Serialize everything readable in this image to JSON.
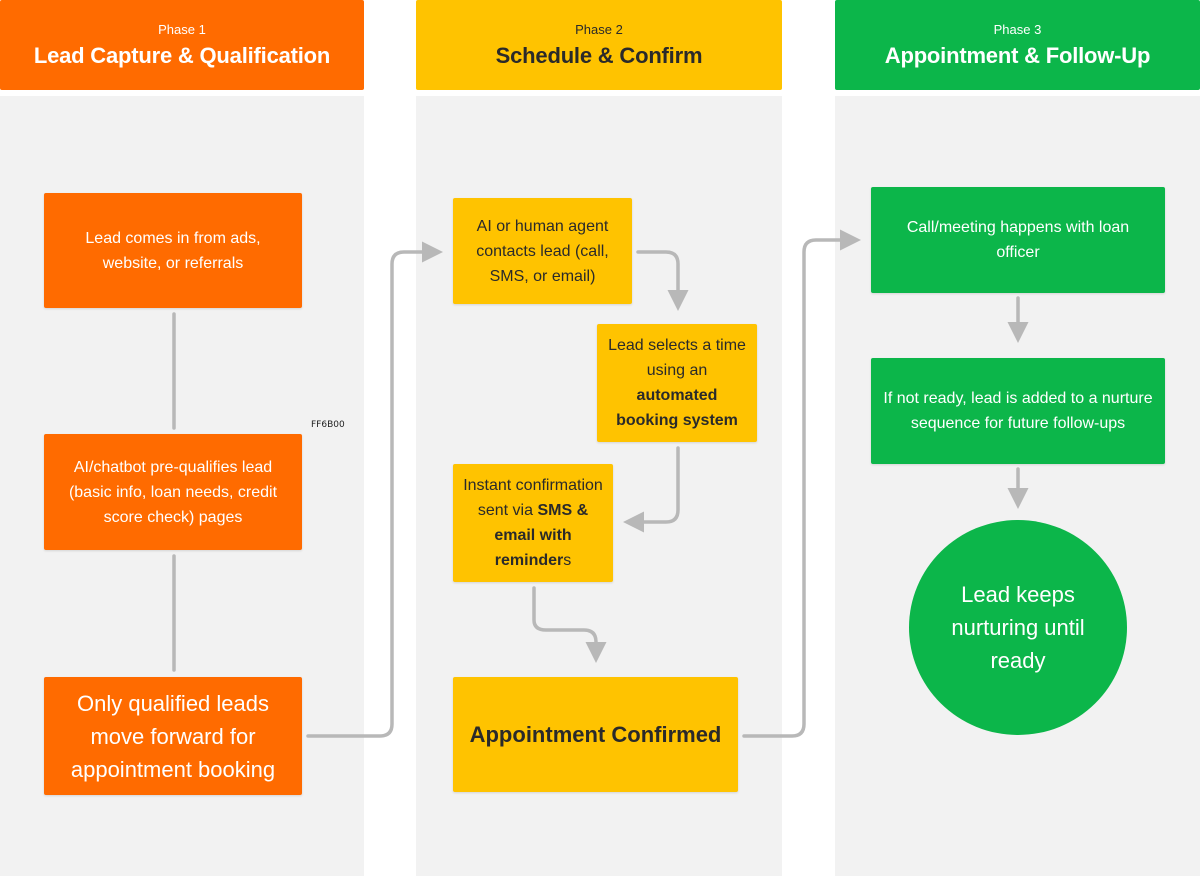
{
  "colors": {
    "orange": "#ff6b00",
    "yellow": "#ffc300",
    "green": "#0cb64a",
    "lane_bg": "#f2f2f2",
    "connector": "#b8b8b8"
  },
  "note_label": "FF6B00",
  "phases": [
    {
      "tag": "Phase 1",
      "title": "Lead Capture & Qualification",
      "nodes": [
        "Lead comes in from ads, website, or referrals",
        "AI/chatbot pre-qualifies lead (basic info, loan needs, credit score check) pages",
        "Only qualified leads move forward for appointment booking"
      ]
    },
    {
      "tag": "Phase 2",
      "title": "Schedule & Confirm",
      "nodes": [
        "AI or human agent contacts lead (call, SMS, or email)",
        {
          "pre": "Lead selects a time using an ",
          "bold": "automated booking system",
          "post": ""
        },
        {
          "pre": "Instant confirmation sent via ",
          "bold": "SMS & email with reminder",
          "post": "s"
        },
        "Appointment Confirmed"
      ]
    },
    {
      "tag": "Phase 3",
      "title": "Appointment & Follow-Up",
      "nodes": [
        "Call/meeting happens with loan officer",
        "If not ready, lead is added to a nurture sequence for future follow-ups",
        "Lead keeps nurturing until ready"
      ]
    }
  ]
}
